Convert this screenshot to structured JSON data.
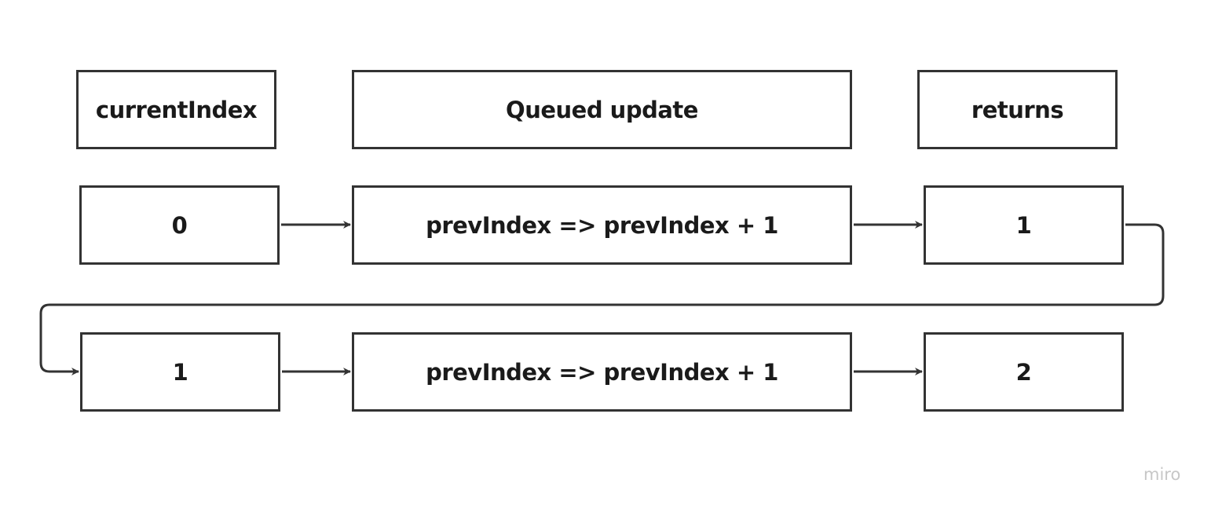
{
  "headers": {
    "current_index": "currentIndex",
    "queued_update": "Queued update",
    "returns": "returns"
  },
  "rows": [
    {
      "current": "0",
      "update": "prevIndex => prevIndex + 1",
      "returns": "1"
    },
    {
      "current": "1",
      "update": "prevIndex => prevIndex + 1",
      "returns": "2"
    }
  ],
  "watermark": "miro",
  "colors": {
    "stroke": "#333333",
    "text": "#1a1a1a",
    "watermark": "#c7c7c7"
  }
}
